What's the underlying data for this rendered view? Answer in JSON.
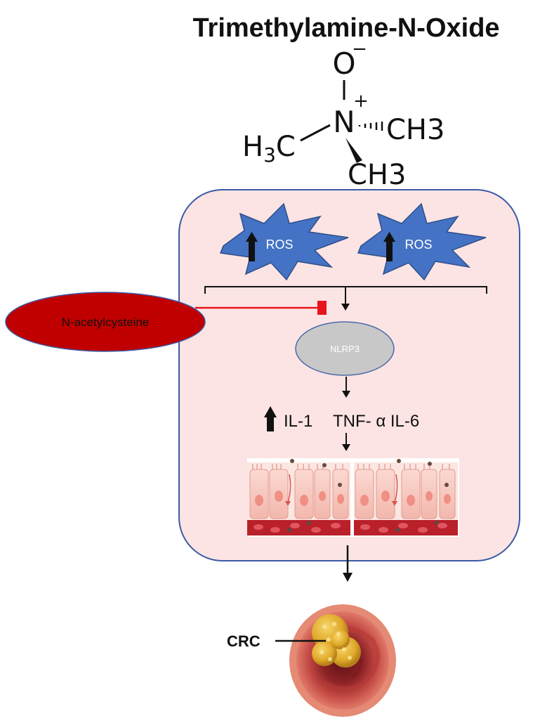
{
  "title": "Trimethylamine-N-Oxide",
  "molecule": {
    "oxygen": "O",
    "oxygen_charge": "−",
    "nitrogen": "N",
    "nitrogen_charge": "+",
    "methyl_left": {
      "h": "H",
      "sub": "3",
      "c": "C"
    },
    "methyl_right": {
      "c": "CH",
      "sub": "3"
    },
    "methyl_bottom": {
      "c": "CH",
      "sub": "3"
    }
  },
  "pathway": {
    "ros_left": "ROS",
    "ros_right": "ROS",
    "inhibitor": "N-acetylcysteine",
    "nlrp3": "NLRP3",
    "cytokine_1": "IL-1",
    "cytokine_2": "TNF- α IL-6",
    "outcome": "CRC"
  },
  "colors": {
    "panel_fill": "#fce4e4",
    "panel_stroke": "#3b5aa6",
    "ros_fill": "#4472c4",
    "inhibitor_fill": "#c00000",
    "inhibit_line": "#e8141c",
    "nlrp3_fill": "#c8c8c8",
    "nlrp3_stroke": "#4a6aa8"
  },
  "icons": [
    "up-arrow-icon",
    "inhibition-bar-icon",
    "intestinal-epithelium-illustration",
    "colon-tumor-illustration"
  ]
}
